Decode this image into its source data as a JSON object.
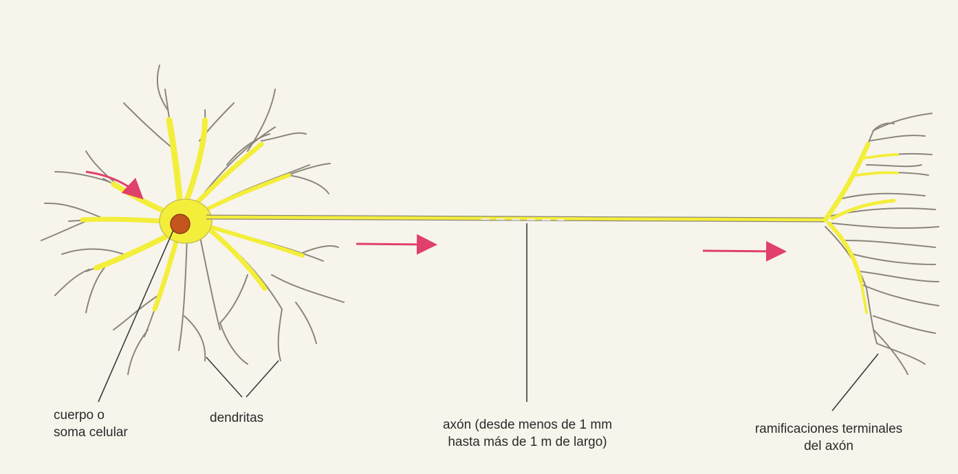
{
  "labels": {
    "soma": {
      "line1": "cuerpo o",
      "line2": "soma celular"
    },
    "dendrites": "dendritas",
    "axon": {
      "line1": "axón (desde menos de 1 mm",
      "line2": "hasta más de 1 m de largo)"
    },
    "terminals": {
      "line1": "ramificaciones terminales",
      "line2": "del axón"
    }
  },
  "colors": {
    "cell_fill": "#f3ee3a",
    "outline": "#8a8578",
    "nucleus": "#c4551f",
    "arrow": "#e0406a",
    "leader": "#3a3a3a",
    "background": "#f7f4ec"
  },
  "icons": [
    "arrow-right-icon",
    "curved-arrow-icon"
  ]
}
